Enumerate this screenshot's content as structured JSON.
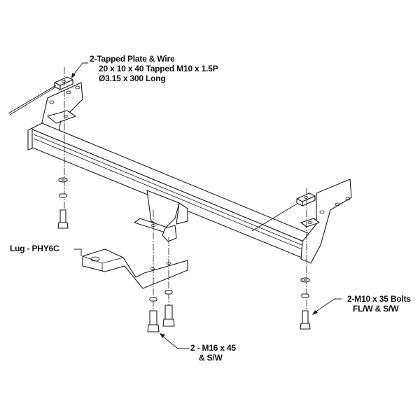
{
  "diagram": {
    "subject": "Tow bar assembly exploded view",
    "callouts": {
      "tapped_plate": {
        "line1": "2-Tapped Plate & Wire",
        "line2": "20 x 10 x 40 Tapped M10 x 1.5P",
        "line3": "Ø3.15 x 300 Long"
      },
      "lug": {
        "line1": "Lug - PHY6C"
      },
      "side_bolts": {
        "line1": "2-M10 x 35 Bolts",
        "line2": "FL/W & S/W"
      },
      "center_bolts": {
        "line1": "2 - M16 x 45",
        "line2": "& S/W"
      }
    }
  }
}
